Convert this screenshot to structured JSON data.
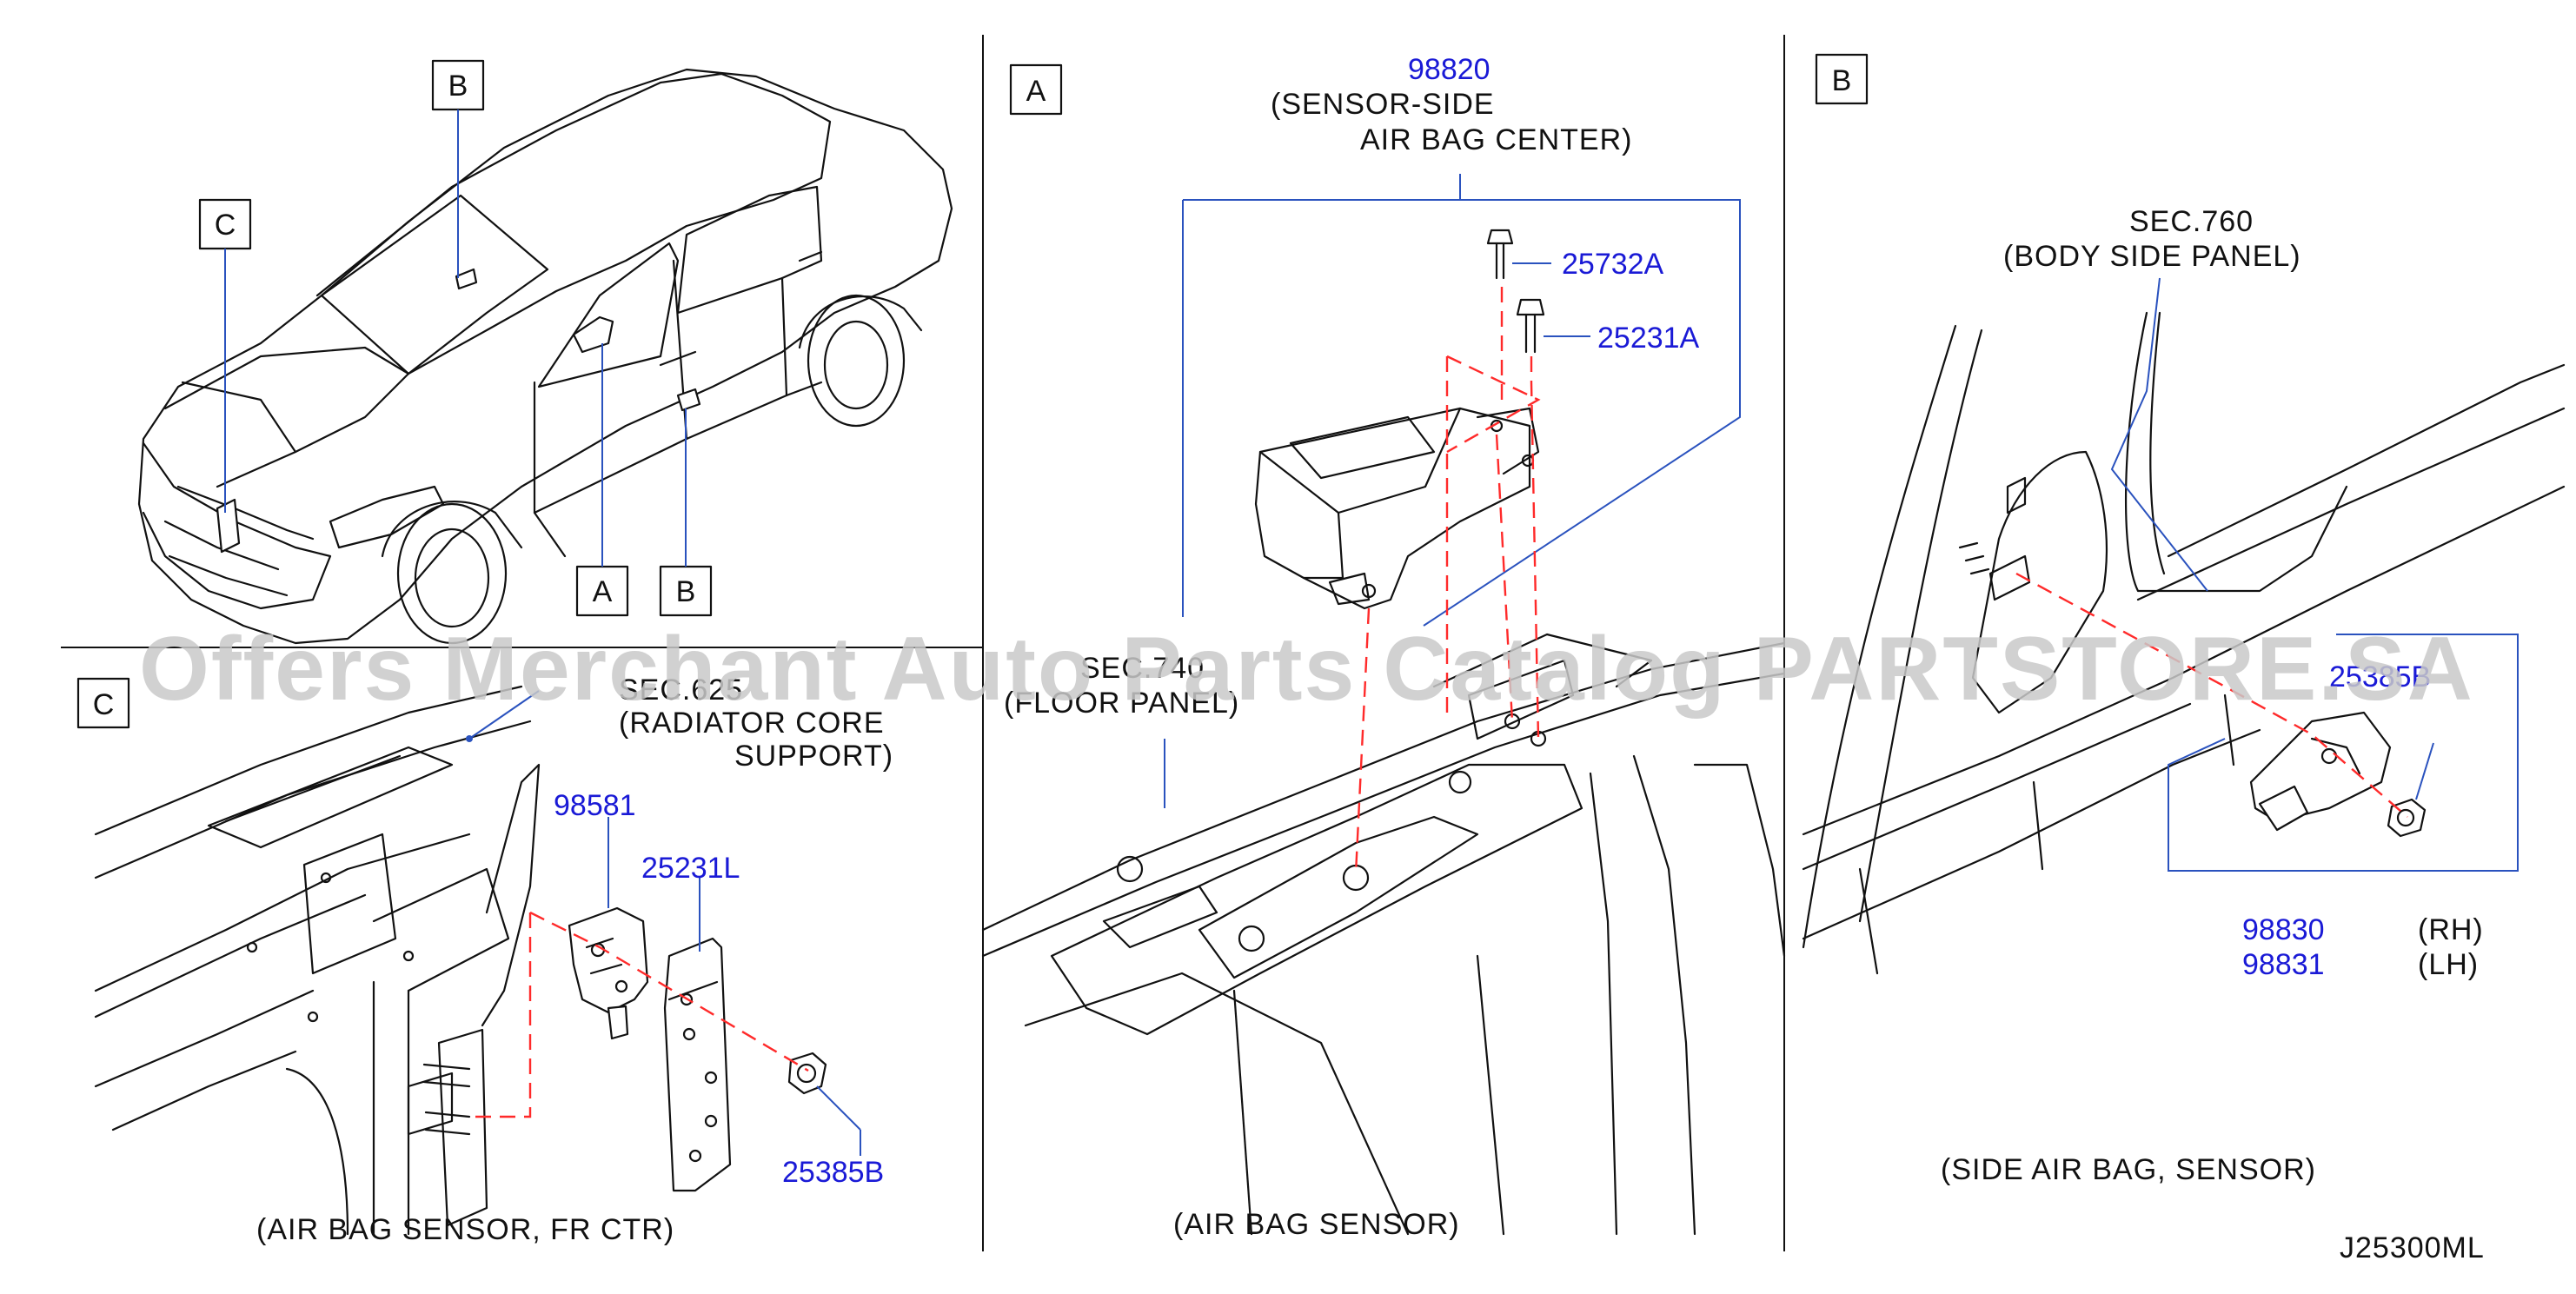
{
  "watermark": "Offers Merchant Auto Parts Catalog PARTSTORE.SA",
  "drawing_code": "J25300ML",
  "overview": {
    "callout_b_top": "B",
    "callout_c_top": "C",
    "callout_a_bottom": "A",
    "callout_b_bottom": "B"
  },
  "panel_a": {
    "view_label": "A",
    "part_center": "98820",
    "center_desc_1": "(SENSOR-SIDE",
    "center_desc_2": "AIR  BAG  CENTER)",
    "bolt_1": "25732A",
    "bolt_2": "25231A",
    "sec_ref_1": "SEC.740",
    "sec_ref_2": "(FLOOR     PANEL)",
    "caption": "(AIR  BAG  SENSOR)"
  },
  "panel_b": {
    "view_label": "B",
    "sec_ref_1": "SEC.760",
    "sec_ref_2": "(BODY  SIDE  PANEL)",
    "nut": "25385B",
    "part_rh": "98830",
    "part_lh": "98831",
    "rh": "(RH)",
    "lh": "(LH)",
    "caption": "(SIDE  AIR  BAG,  SENSOR)"
  },
  "panel_c": {
    "view_label": "C",
    "sec_ref_1": "SEC.625",
    "sec_ref_2": "(RADIATOR     CORE",
    "sec_ref_3": "SUPPORT)",
    "part_sensor": "98581",
    "bracket": "25231L",
    "nut": "25385B",
    "caption": "(AIR  BAG  SENSOR,  FR  CTR)"
  },
  "colors": {
    "part_number": "#1a1ad6",
    "leader": "#2a52be",
    "dashed_guide": "#ff2a2a",
    "line": "#111111"
  }
}
